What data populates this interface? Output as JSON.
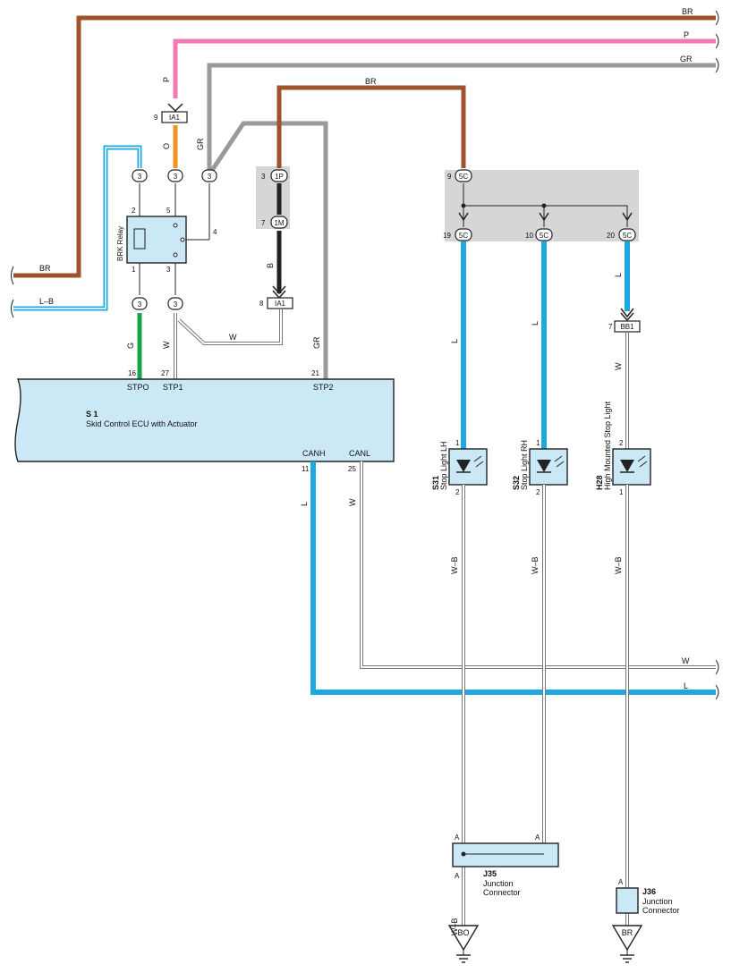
{
  "colors": {
    "brown": "#a0522d",
    "pink": "#f07ab4",
    "gray": "#9a9a9a",
    "orange": "#f5921e",
    "black": "#222222",
    "blue": "#1ea7e1",
    "green": "#17a34a",
    "white_wire": "#ffffff",
    "box_fill": "#cbe8f7",
    "junction_block": "#d6d6d8"
  },
  "wires": {
    "br": "BR",
    "p": "P",
    "gr": "GR",
    "o": "O",
    "b": "B",
    "l": "L",
    "lb": "L–B",
    "g": "G",
    "w": "W",
    "wb": "W–B"
  },
  "connectors": {
    "c3": "3",
    "ia1": "IA1",
    "p1": "1P",
    "m1": "1M",
    "c5c": "5C",
    "bb1": "BB1"
  },
  "pins": {
    "p9": "9",
    "p3": "3",
    "p7": "7",
    "p8": "8",
    "p2": "2",
    "p5": "5",
    "p4": "4",
    "p1": "1",
    "p16": "16",
    "p27": "27",
    "p21": "21",
    "p11": "11",
    "p25": "25",
    "p19": "19",
    "p10": "10",
    "p20": "20",
    "a": "A"
  },
  "relay": {
    "label": "BRK Relay"
  },
  "ecu": {
    "code": "S 1",
    "name": "Skid Control ECU with Actuator",
    "stpo": "STPO",
    "stp1": "STP1",
    "stp2": "STP2",
    "canh": "CANH",
    "canl": "CANL"
  },
  "lights": [
    {
      "code": "S31",
      "name": "Stop Light LH"
    },
    {
      "code": "S32",
      "name": "Stop Light RH"
    },
    {
      "code": "H28",
      "name": "High Mounted Stop Light"
    }
  ],
  "junctions": [
    {
      "code": "J35",
      "line1": "Junction",
      "line2": "Connector"
    },
    {
      "code": "J36",
      "line1": "Junction",
      "line2": "Connector"
    }
  ],
  "grounds": {
    "bo": "BO",
    "br": "BR"
  }
}
